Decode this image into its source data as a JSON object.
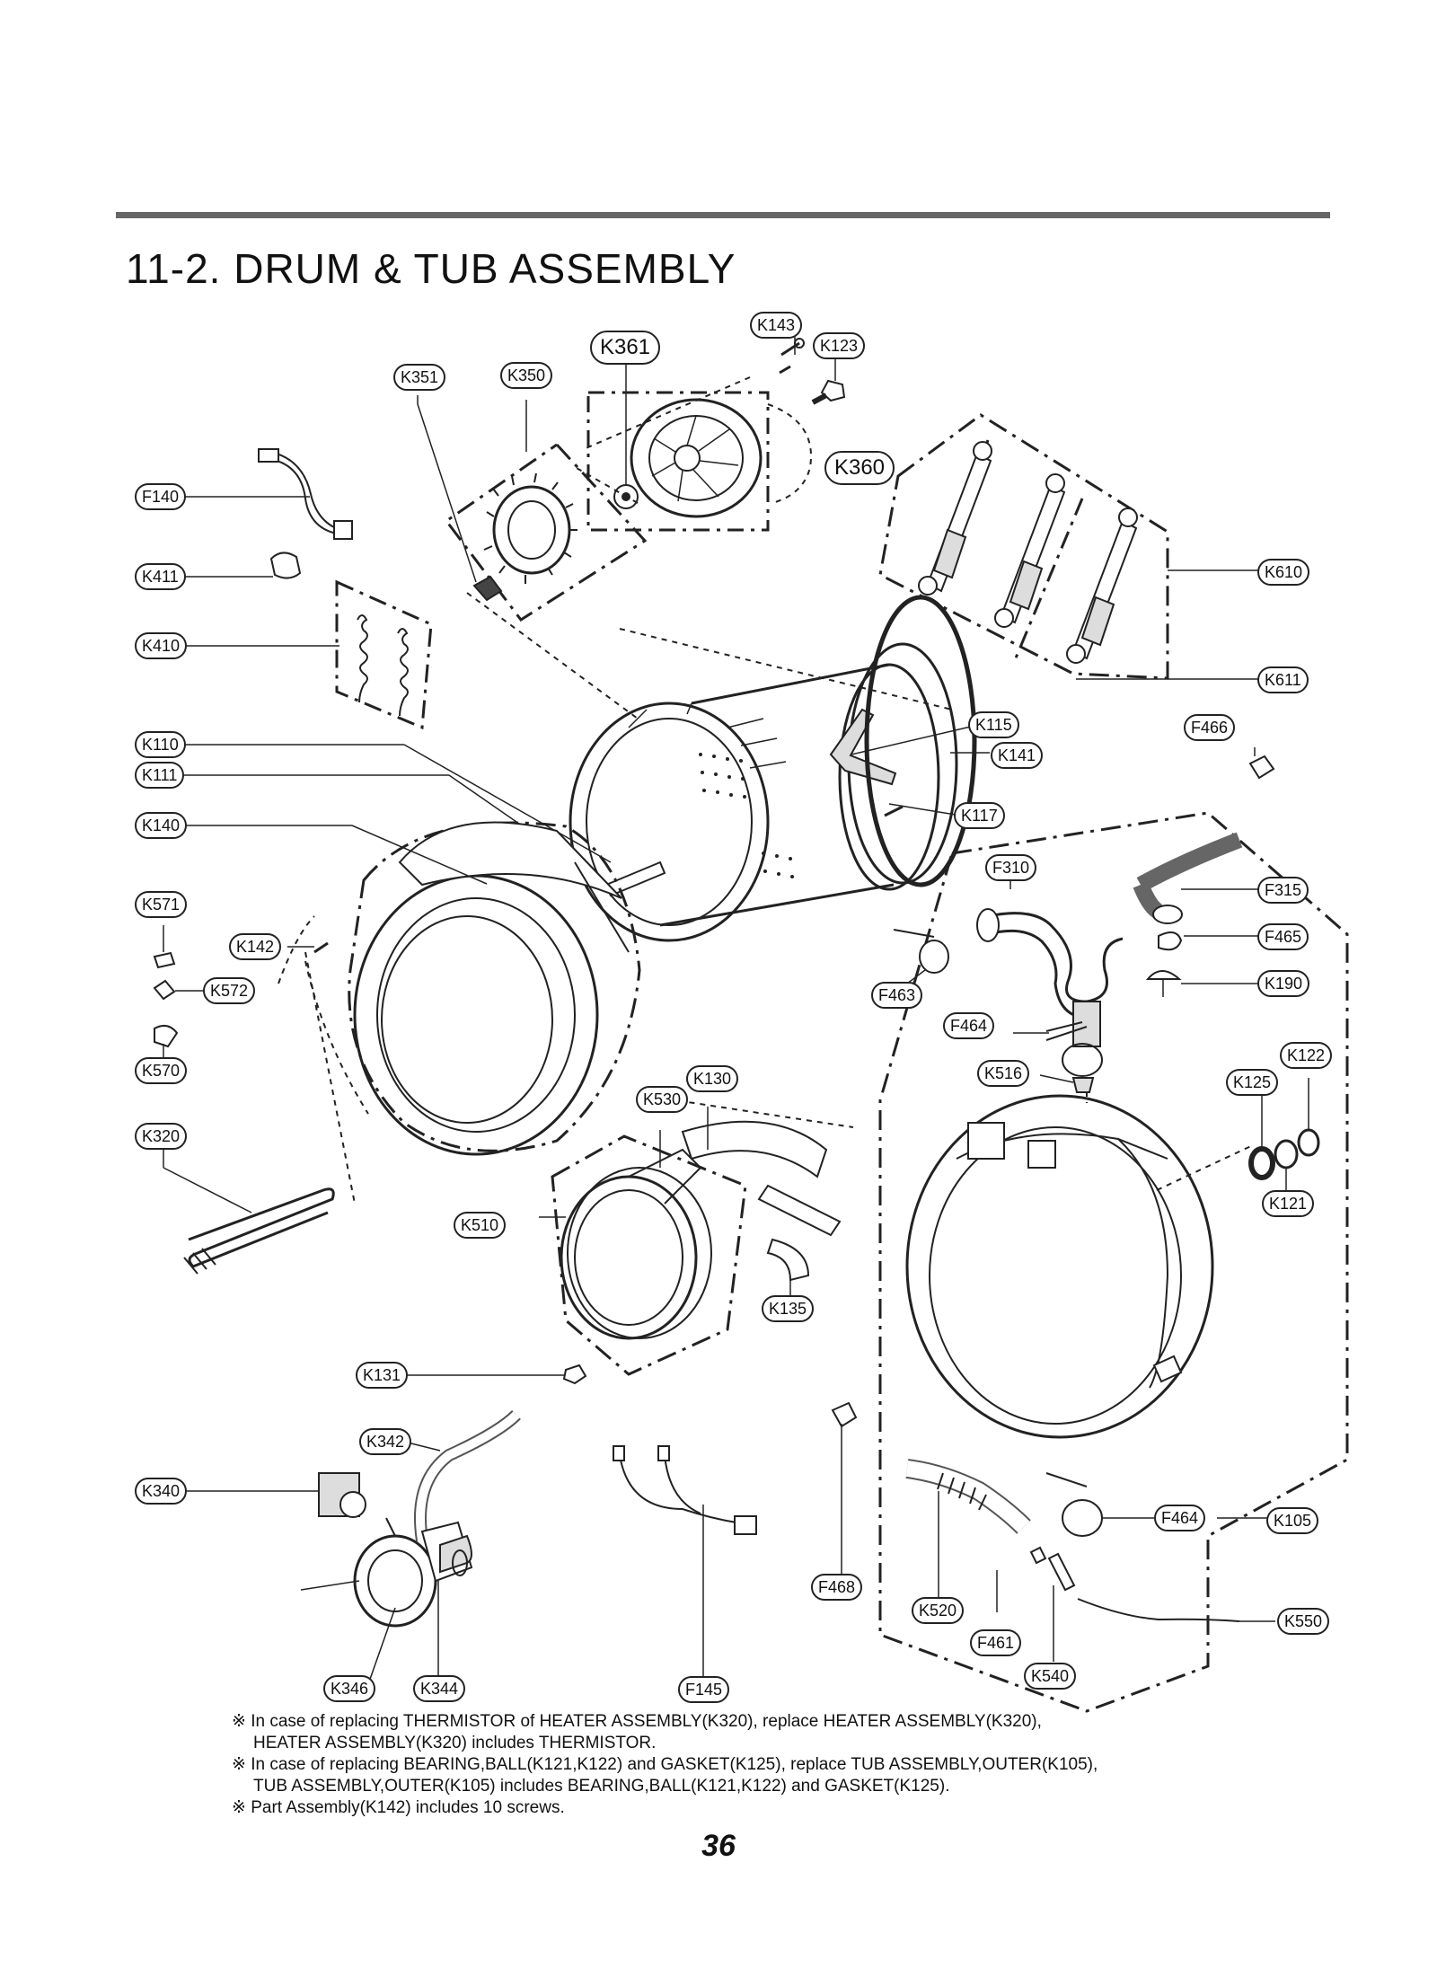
{
  "section": {
    "number": "11-2.",
    "title": "DRUM & TUB ASSEMBLY"
  },
  "parts": {
    "K143": "K143",
    "K123": "K123",
    "K361": "K361",
    "K351": "K351",
    "K350": "K350",
    "K360": "K360",
    "F140": "F140",
    "K411": "K411",
    "K410": "K410",
    "K610": "K610",
    "K611": "K611",
    "K110": "K110",
    "K111": "K111",
    "K115": "K115",
    "K141": "K141",
    "F466": "F466",
    "K140": "K140",
    "K117": "K117",
    "F310": "F310",
    "F315": "F315",
    "K571": "K571",
    "K142": "K142",
    "F465": "F465",
    "K572": "K572",
    "K190": "K190",
    "F463": "F463",
    "F464": "F464",
    "K570": "K570",
    "K516": "K516",
    "K122": "K122",
    "K125": "K125",
    "K130": "K130",
    "K530": "K530",
    "K320": "K320",
    "K121": "K121",
    "K510": "K510",
    "K135": "K135",
    "K131": "K131",
    "K342": "K342",
    "K340": "K340",
    "K105": "K105",
    "F468": "F468",
    "K520": "K520",
    "K550": "K550",
    "F461": "F461",
    "K540": "K540",
    "K346": "K346",
    "K344": "K344",
    "F145": "F145"
  },
  "notes": [
    "※  In case of replacing THERMISTOR of HEATER ASSEMBLY(K320), replace HEATER ASSEMBLY(K320),",
    "HEATER ASSEMBLY(K320) includes THERMISTOR.",
    "※  In case of replacing BEARING,BALL(K121,K122) and GASKET(K125), replace TUB ASSEMBLY,OUTER(K105),",
    "TUB ASSEMBLY,OUTER(K105) includes BEARING,BALL(K121,K122) and GASKET(K125).",
    "※  Part Assembly(K142) includes 10 screws."
  ],
  "page_number": "36"
}
